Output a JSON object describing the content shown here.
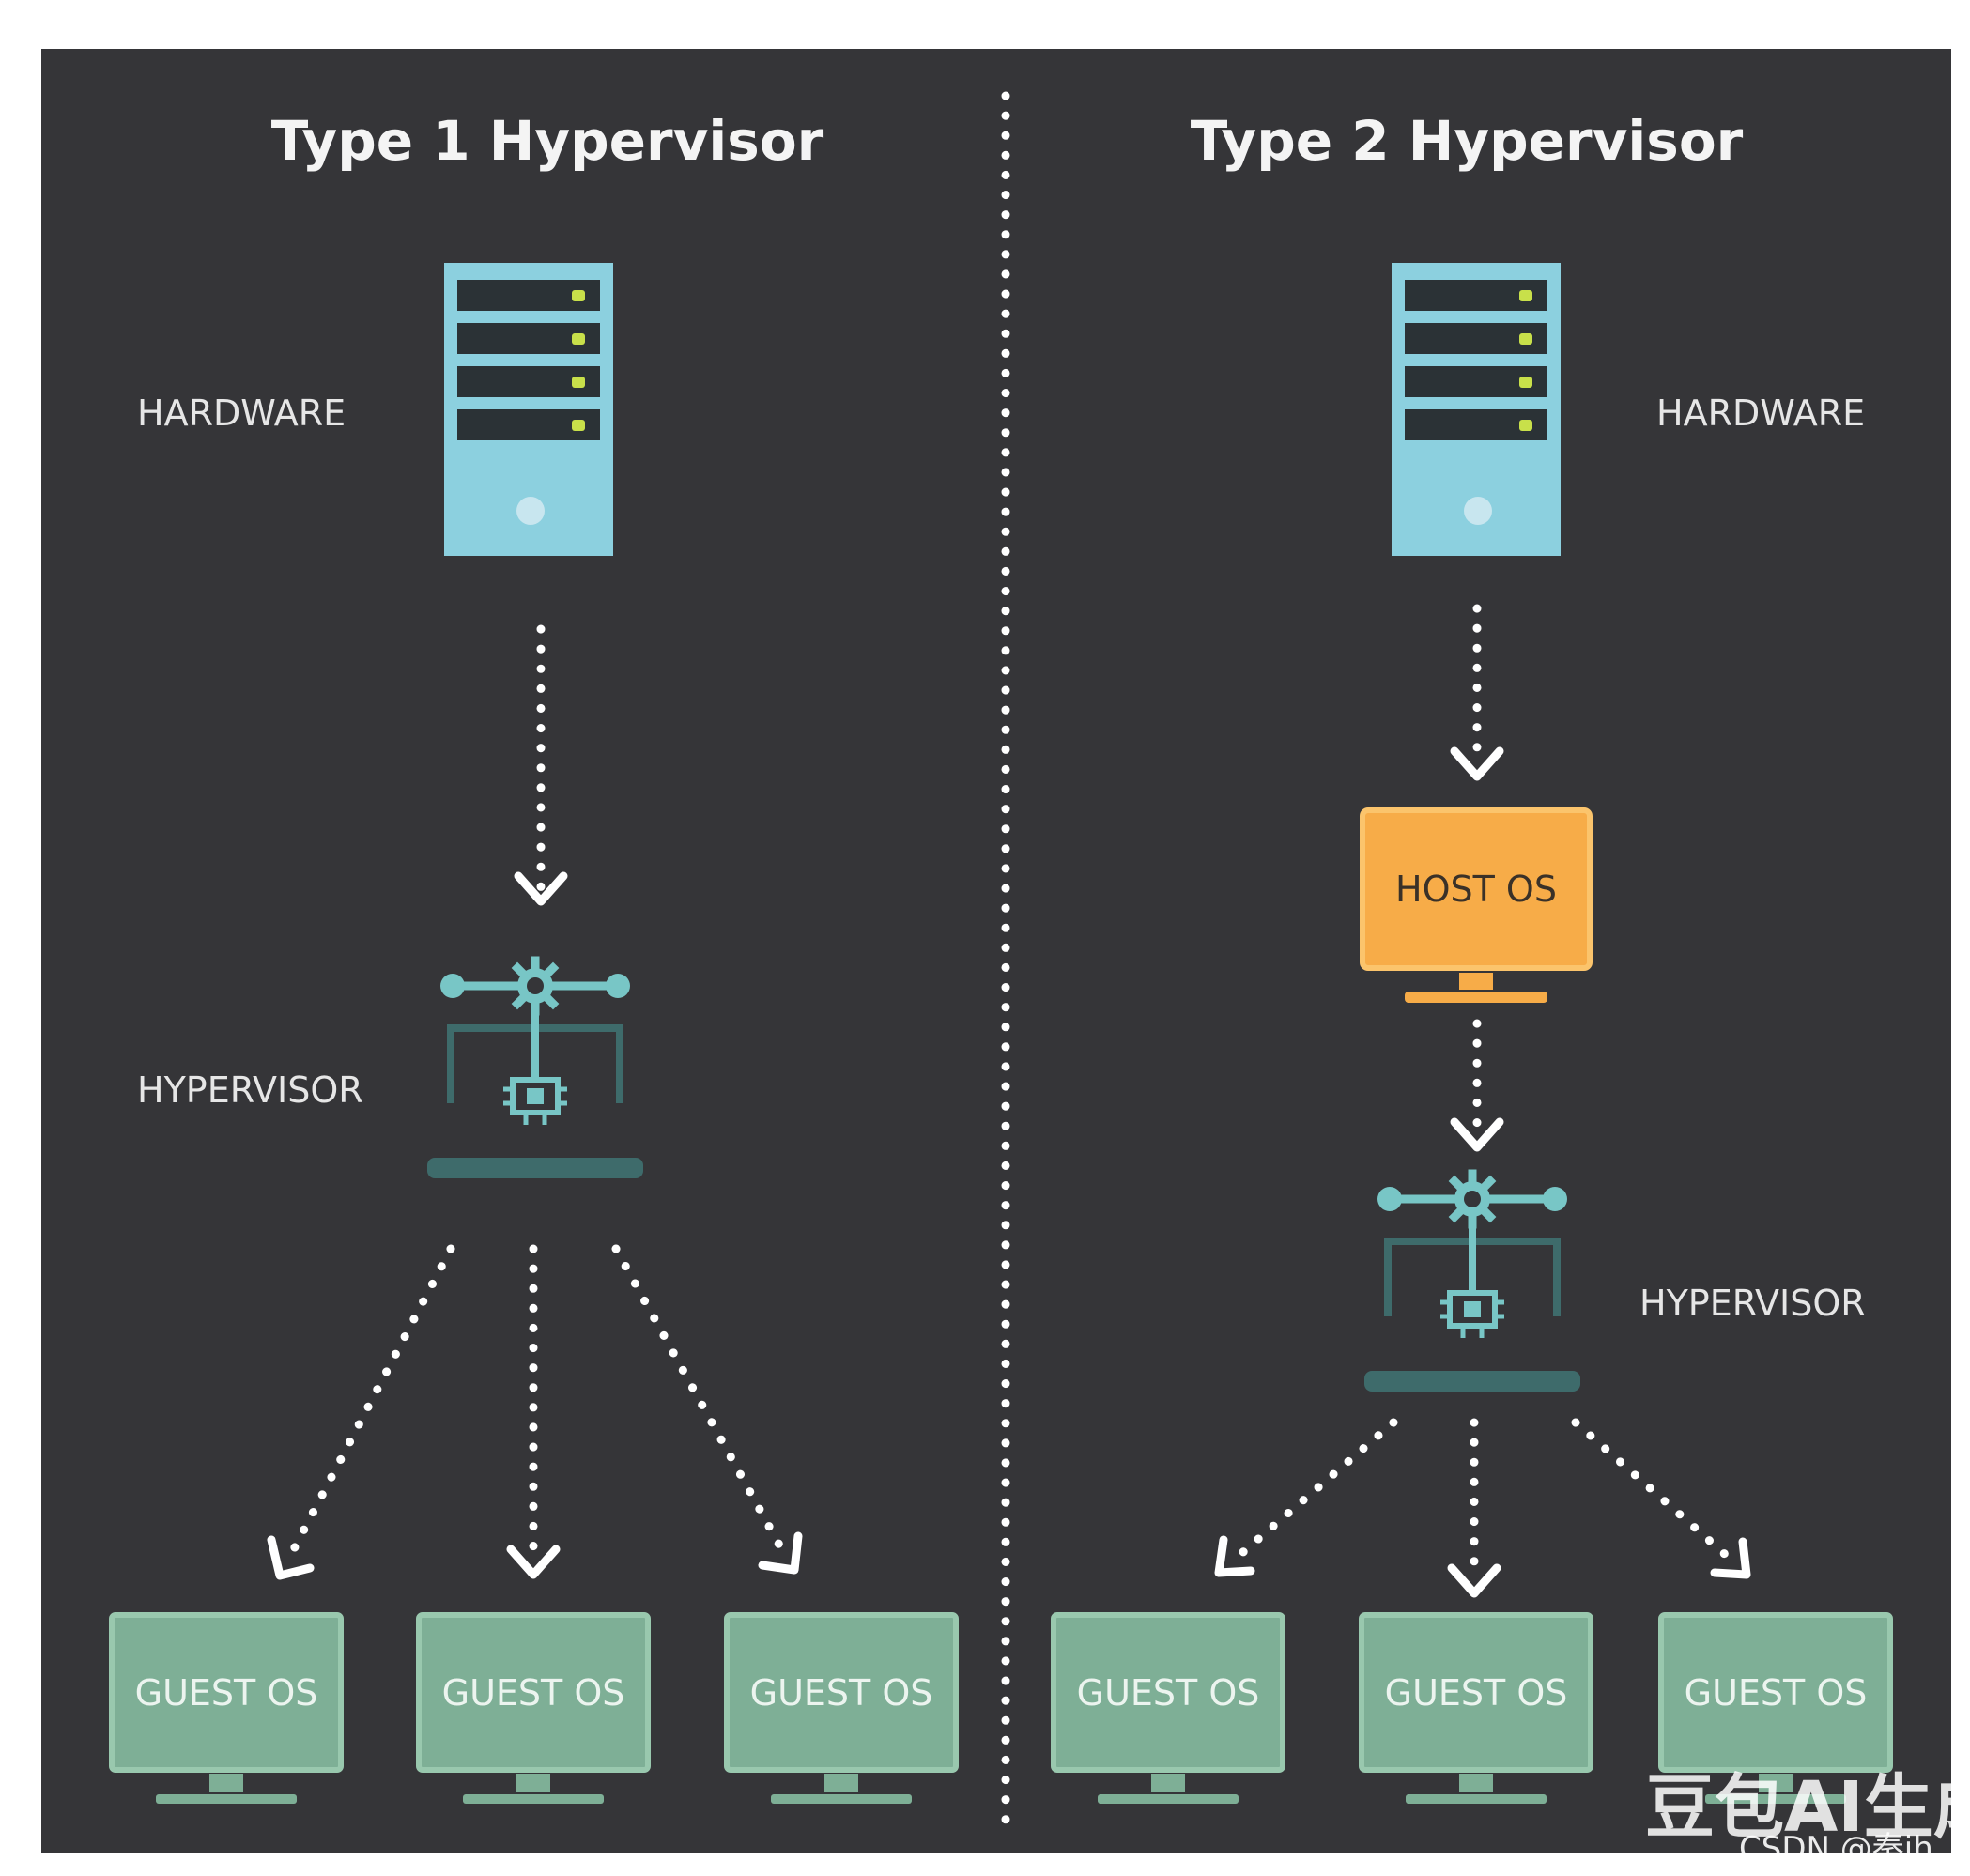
{
  "colors": {
    "background": "#353538",
    "server": "#8cd0df",
    "server_slot": "#2b3236",
    "server_led": "#c8e04a",
    "hypervisor_icon_light": "#78c6c6",
    "hypervisor_icon_dark": "#3e6b6b",
    "guest_os": "#7eaf96",
    "host_os": "#f7ac48",
    "connector": "#ffffff"
  },
  "type1": {
    "title": "Type 1 Hypervisor",
    "hardware_label": "HARDWARE",
    "hypervisor_label": "HYPERVISOR",
    "guests": [
      "GUEST OS",
      "GUEST OS",
      "GUEST OS"
    ]
  },
  "type2": {
    "title": "Type 2 Hypervisor",
    "hardware_label": "HARDWARE",
    "host_os_label": "HOST OS",
    "hypervisor_label": "HYPERVISOR",
    "guests": [
      "GUEST OS",
      "GUEST OS",
      "GUEST OS"
    ]
  },
  "watermark": {
    "brand": "豆包AI生成",
    "credit": "CSDN @秦jh_"
  }
}
